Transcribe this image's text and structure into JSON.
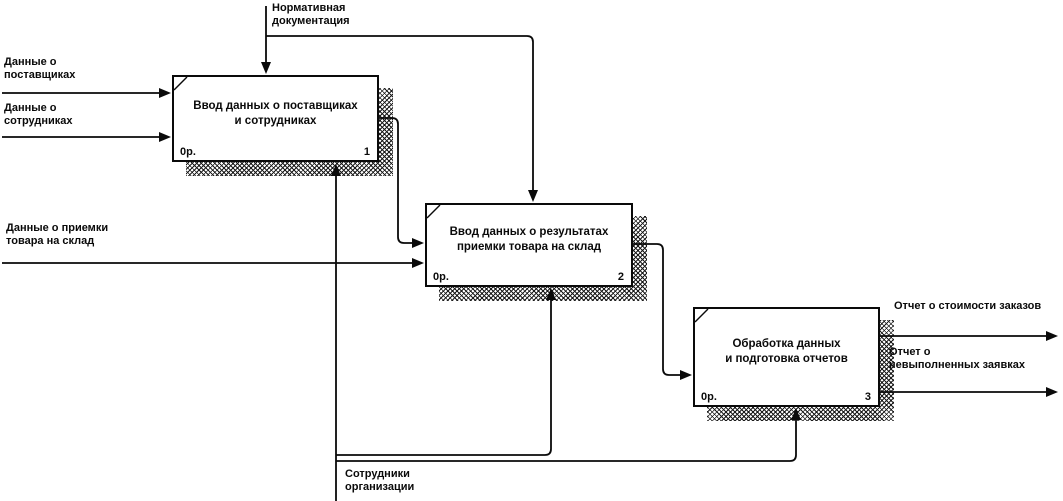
{
  "diagram": {
    "colors": {
      "line": "#0a0a0a",
      "background": "#ffffff",
      "box_fill": "#ffffff"
    },
    "boxes": [
      {
        "label": "Ввод данных о поставщиках\nи сотрудниках",
        "cost": "0р.",
        "number": "1"
      },
      {
        "label": "Ввод данных о результатах\nприемки товара на склад",
        "cost": "0р.",
        "number": "2"
      },
      {
        "label": "Обработка данных\nи подготовка отчетов",
        "cost": "0р.",
        "number": "3"
      }
    ],
    "labels": {
      "control": "Нормативная\nдокументация",
      "input_suppliers": "Данные о\nпоставщиках",
      "input_employees": "Данные о\nсотрудниках",
      "input_goods": "Данные о приемки\nтовара на склад",
      "mechanism": "Сотрудники\nорганизации",
      "output_orders_cost": "Отчет о стоимости заказов",
      "output_unfulfilled": "Отчет о\nневыполненных заявках"
    }
  }
}
